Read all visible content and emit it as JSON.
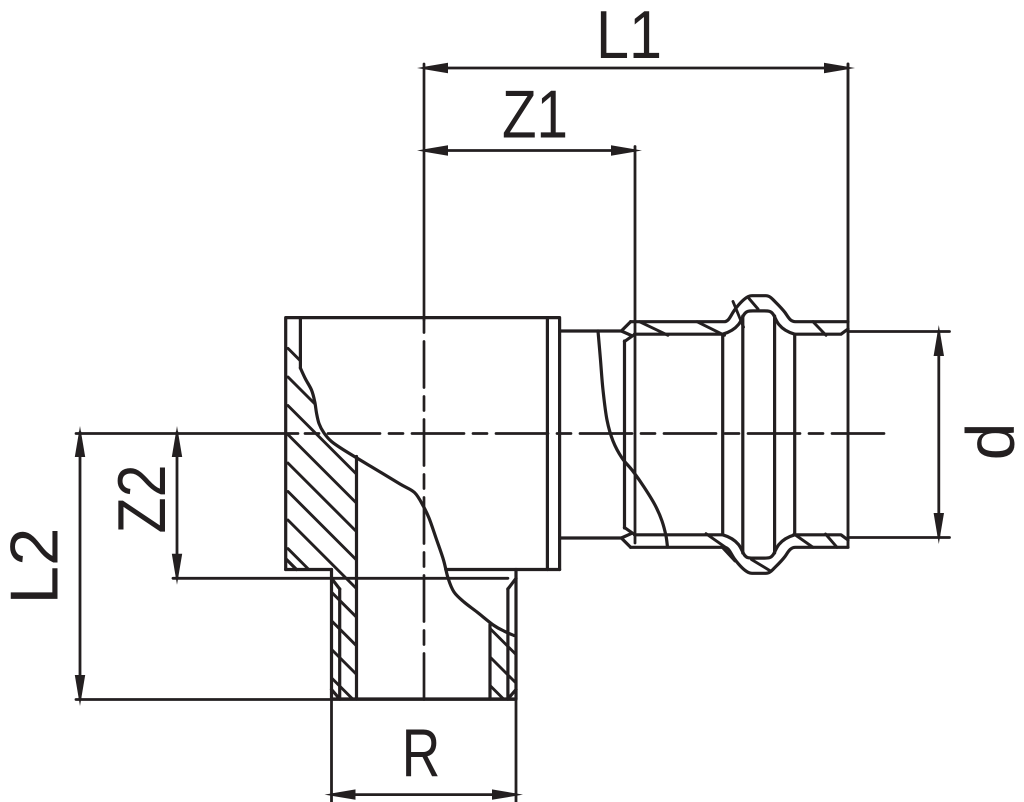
{
  "drawing": {
    "kind": "technical dimension drawing",
    "subject": "90-degree press fitting elbow with external taper thread",
    "background_color": "#ffffff",
    "line_color": "#231f20",
    "dims": {
      "l1": {
        "label": "L1",
        "orientation": "horizontal",
        "position": "top"
      },
      "z1": {
        "label": "Z1",
        "orientation": "horizontal",
        "position": "top"
      },
      "l2": {
        "label": "L2",
        "orientation": "vertical",
        "position": "left"
      },
      "z2": {
        "label": "Z2",
        "orientation": "vertical",
        "position": "left"
      },
      "d": {
        "label": "d",
        "orientation": "vertical",
        "position": "right"
      },
      "r": {
        "label": "R",
        "orientation": "horizontal",
        "position": "bottom"
      }
    }
  }
}
